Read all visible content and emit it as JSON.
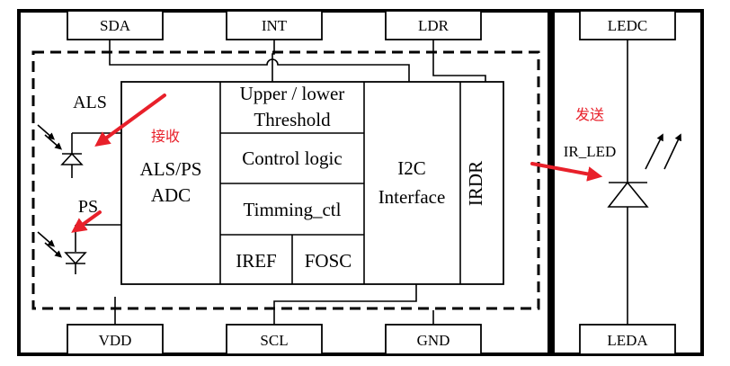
{
  "pins": {
    "sda": "SDA",
    "int": "INT",
    "ldr": "LDR",
    "ledc": "LEDC",
    "vdd": "VDD",
    "scl": "SCL",
    "gnd": "GND",
    "leda": "LEDA"
  },
  "blocks": {
    "threshold_line1": "Upper / lower",
    "threshold_line2": "Threshold",
    "control": "Control logic",
    "timing": "Timming_ctl",
    "iref": "IREF",
    "fosc": "FOSC",
    "i2c_line1": "I2C",
    "i2c_line2": "Interface",
    "irdr": "IRDR",
    "adc_line1": "ALS/PS",
    "adc_line2": "ADC"
  },
  "labels": {
    "als": "ALS",
    "ps": "PS",
    "ir_led": "IR_LED",
    "receive": "接收",
    "send": "发送"
  },
  "colors": {
    "annotation": "#e8202a",
    "line": "#000000"
  }
}
